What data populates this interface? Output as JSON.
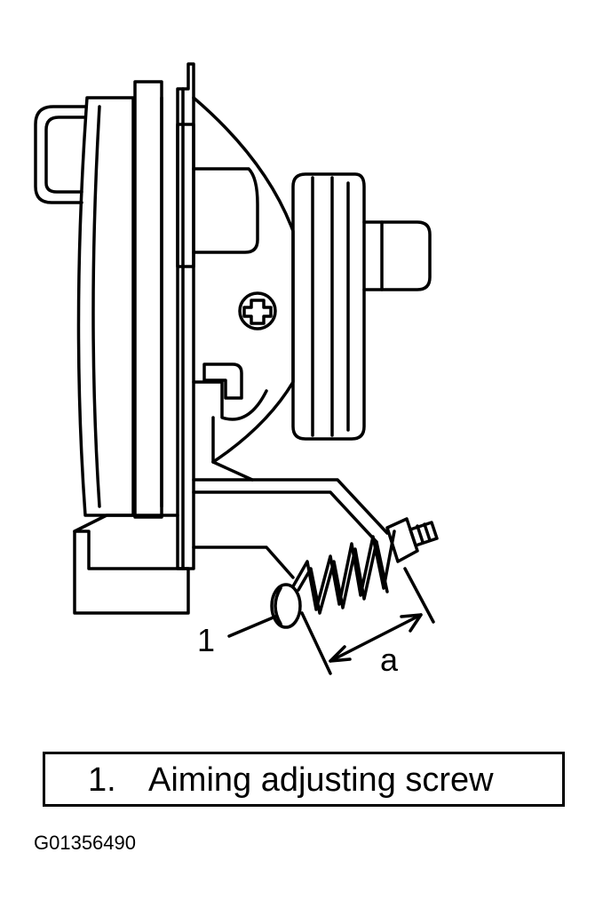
{
  "figure": {
    "callouts": {
      "one": "1",
      "a": "a"
    },
    "legend": {
      "number": "1.",
      "text": "Aiming adjusting screw"
    },
    "figure_id": "G01356490"
  },
  "icons": [
    "headlamp-assembly",
    "spring",
    "phillips-screw"
  ]
}
